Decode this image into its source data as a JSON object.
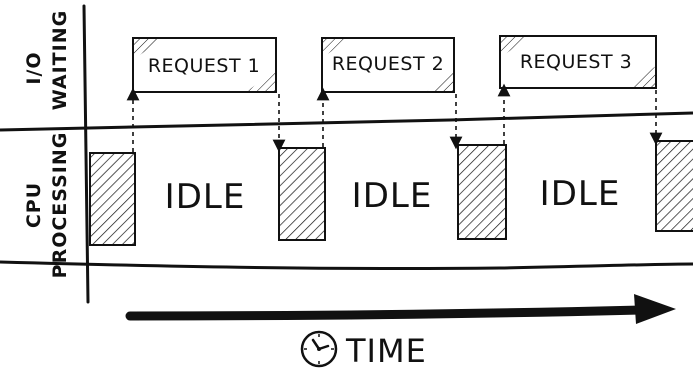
{
  "rows": {
    "io": [
      "I/O",
      "WAITING"
    ],
    "cpu": [
      "CPU",
      "PROCESSING"
    ]
  },
  "requests": [
    "REQUEST 1",
    "REQUEST 2",
    "REQUEST 3"
  ],
  "idle": [
    "IDLE",
    "IDLE",
    "IDLE"
  ],
  "time_axis": {
    "label": "TIME",
    "icon": "clock-icon"
  },
  "colors": {
    "ink": "#111111",
    "background": "#ffffff"
  }
}
